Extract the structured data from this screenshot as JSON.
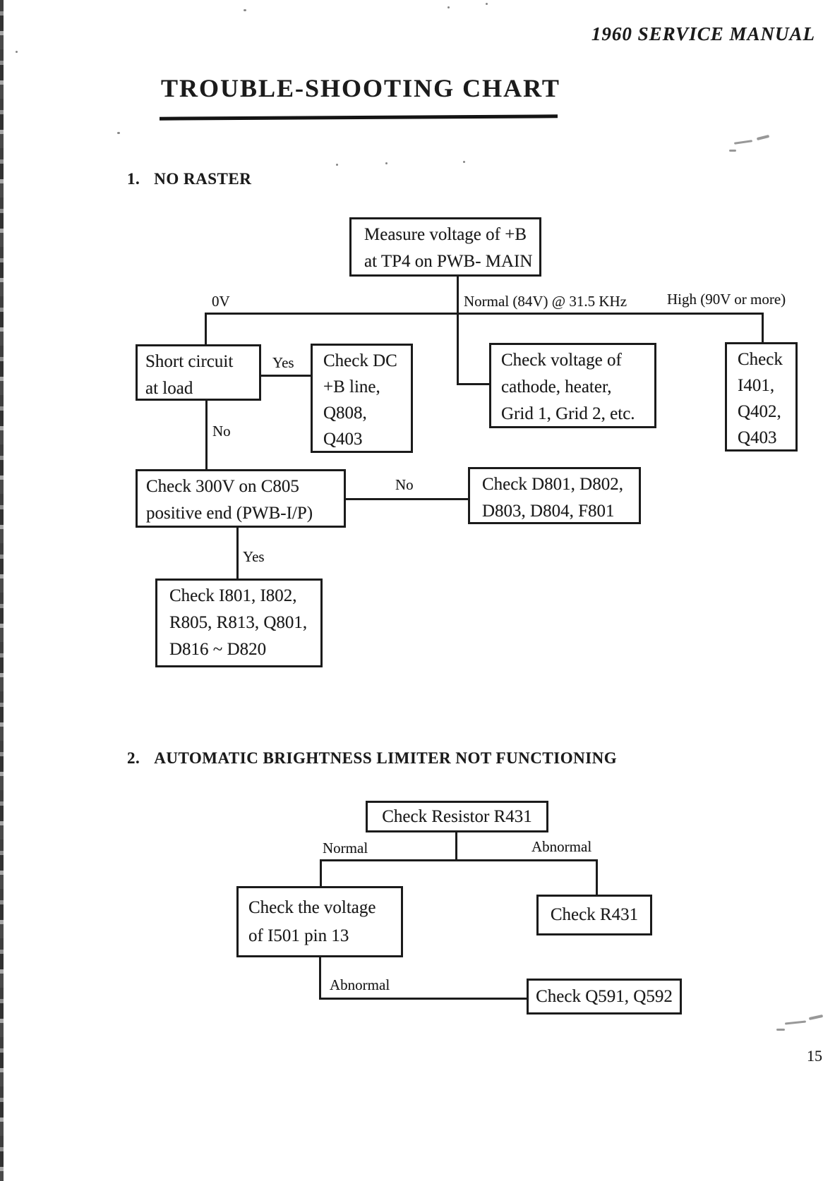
{
  "page": {
    "header_right": "1960 SERVICE MANUAL",
    "title": "TROUBLE-SHOOTING CHART",
    "page_number": "15"
  },
  "section1": {
    "number": "1.",
    "heading": "NO RASTER"
  },
  "section2": {
    "number": "2.",
    "heading": "AUTOMATIC BRIGHTNESS LIMITER NOT FUNCTIONING"
  },
  "chart1": {
    "type": "flowchart",
    "boxes": {
      "measure": {
        "lines": [
          "Measure voltage of +B",
          "at TP4 on PWB- MAIN"
        ]
      },
      "short_circuit": {
        "lines": [
          "Short circuit",
          "at load"
        ]
      },
      "check_dc": {
        "lines": [
          "Check DC",
          "+B line,",
          "Q808,",
          "Q403"
        ]
      },
      "cathode": {
        "lines": [
          "Check voltage of",
          "cathode, heater,",
          "Grid 1, Grid 2, etc."
        ]
      },
      "i401": {
        "lines": [
          "Check",
          "I401,",
          "Q402,",
          "Q403"
        ]
      },
      "c805": {
        "lines": [
          "Check 300V on C805",
          "positive end (PWB-I/P)"
        ]
      },
      "d801": {
        "lines": [
          "Check D801, D802,",
          "D803, D804, F801"
        ]
      },
      "i801": {
        "lines": [
          "Check I801, I802,",
          "R805, R813, Q801,",
          "D816 ~ D820"
        ]
      }
    },
    "labels": {
      "branch_0v": "0V",
      "branch_normal": "Normal (84V) @ 31.5 KHz",
      "branch_high": "High (90V or more)",
      "yes_short": "Yes",
      "no_short": "No",
      "no_c805": "No",
      "yes_c805": "Yes"
    }
  },
  "chart2": {
    "type": "flowchart",
    "boxes": {
      "check_resistor": {
        "text": "Check Resistor R431"
      },
      "i501": {
        "lines": [
          "Check the voltage",
          "of I501 pin 13"
        ]
      },
      "check_r431": {
        "text": "Check R431"
      },
      "q591": {
        "text": "Check Q591, Q592"
      }
    },
    "labels": {
      "normal": "Normal",
      "abnormal_right": "Abnormal",
      "abnormal_down": "Abnormal"
    }
  }
}
